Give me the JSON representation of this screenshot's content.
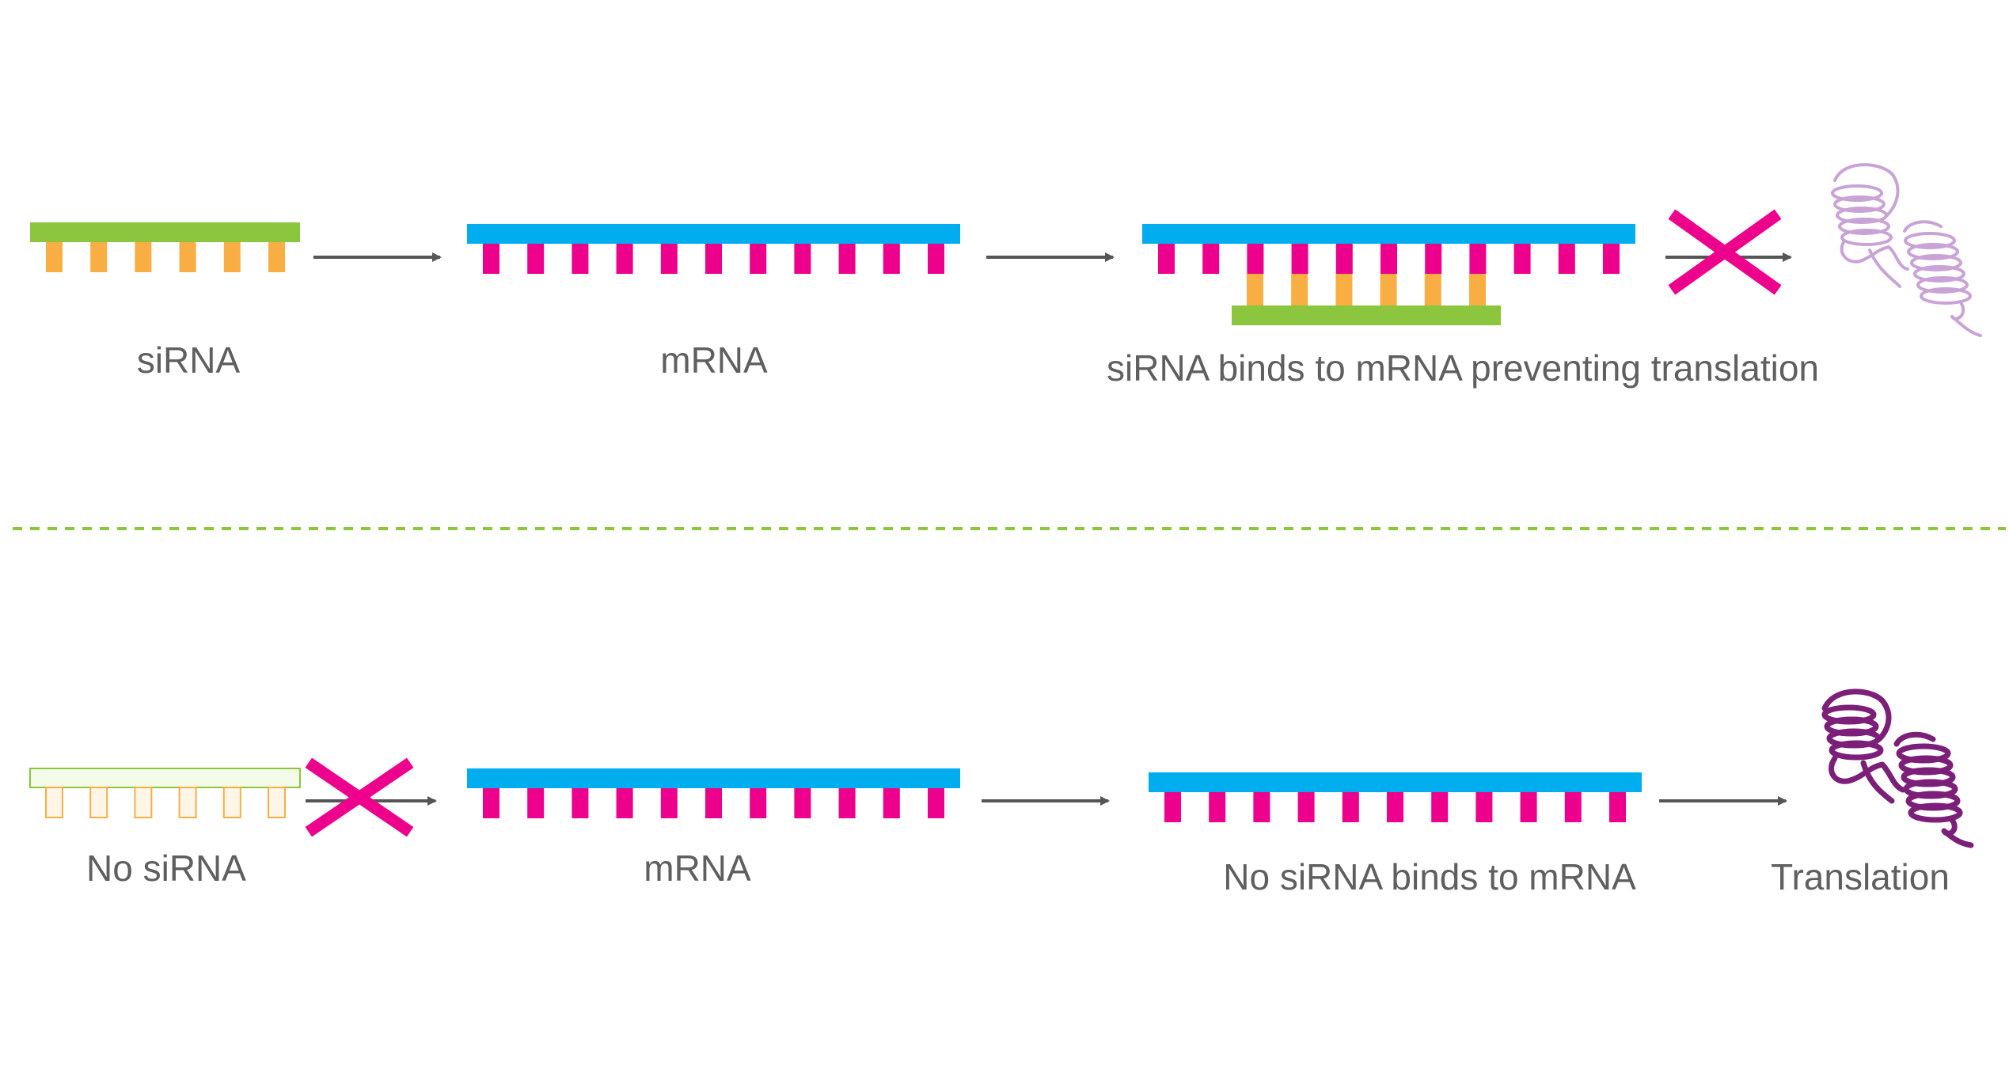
{
  "colors": {
    "sirna_backbone": "#8cc63f",
    "sirna_base": "#f9ae43",
    "mrna_backbone": "#00aeef",
    "mrna_base": "#ec008c",
    "arrow": "#555555",
    "block_x": "#ec008c",
    "divider": "#8cc63f",
    "protein_faded": "#c9a3d6",
    "protein_solid": "#7b1f78",
    "label": "#5f5f5f"
  },
  "top_row": {
    "sirna_label": "siRNA",
    "mrna_label": "mRNA",
    "bound_label": "siRNA binds to mRNA preventing translation",
    "translation_blocked": true,
    "protein_icon": "faded-protein-icon"
  },
  "bottom_row": {
    "sirna_label": "No siRNA",
    "mrna_label": "mRNA",
    "unbound_label": "No siRNA binds to mRNA",
    "result_label": "Translation",
    "sirna_absent": true,
    "protein_icon": "protein-icon"
  }
}
